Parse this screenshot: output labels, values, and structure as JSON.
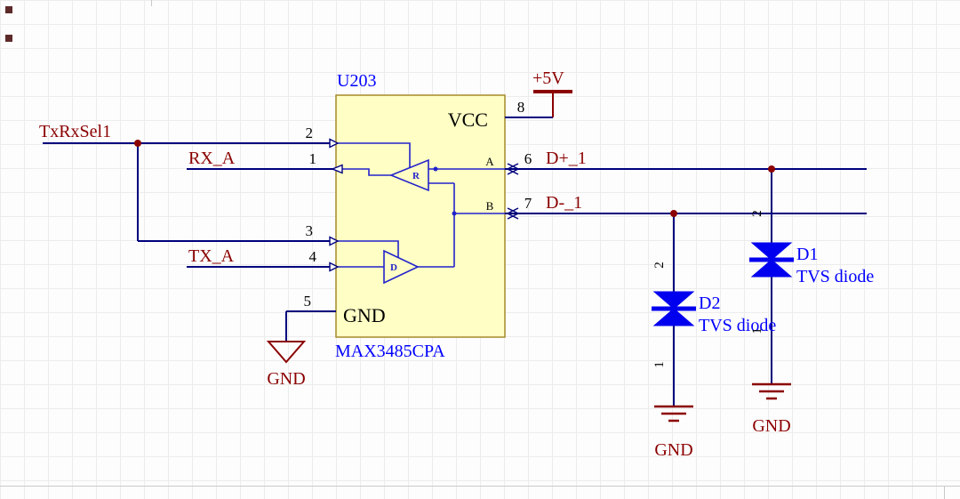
{
  "ic": {
    "designator": "U203",
    "part_number": "MAX3485CPA",
    "vcc_label": "VCC",
    "gnd_label": "GND",
    "receiver_label": "R",
    "driver_label": "D",
    "port_a_label": "A",
    "port_b_label": "B",
    "pins": {
      "p1": "1",
      "p2": "2",
      "p3": "3",
      "p4": "4",
      "p5": "5",
      "p6": "6",
      "p7": "7",
      "p8": "8"
    }
  },
  "nets": {
    "txrxsel1": "TxRxSel1",
    "rx_a": "RX_A",
    "tx_a": "TX_A",
    "vcc": "+5V",
    "d_plus": "D+_1",
    "d_minus": "D-_1",
    "gnd_left": "GND",
    "gnd_d2": "GND",
    "gnd_d1": "GND"
  },
  "diodes": {
    "d1": {
      "designator": "D1",
      "type": "TVS diode",
      "pin_top": "2",
      "pin_bottom": "1"
    },
    "d2": {
      "designator": "D2",
      "type": "TVS diode",
      "pin_top": "2",
      "pin_bottom": "1"
    }
  },
  "colors": {
    "wire": "#00007c",
    "net_label": "#8b0000",
    "component_label": "#0000ff",
    "pin_number": "#000000",
    "ic_fill": "#ffffc5",
    "ic_border": "#a58a2a",
    "ic_internal": "#2222cc",
    "diode": "#0000ee",
    "power_symbol": "#8b0000",
    "junction": "#8b0000"
  }
}
